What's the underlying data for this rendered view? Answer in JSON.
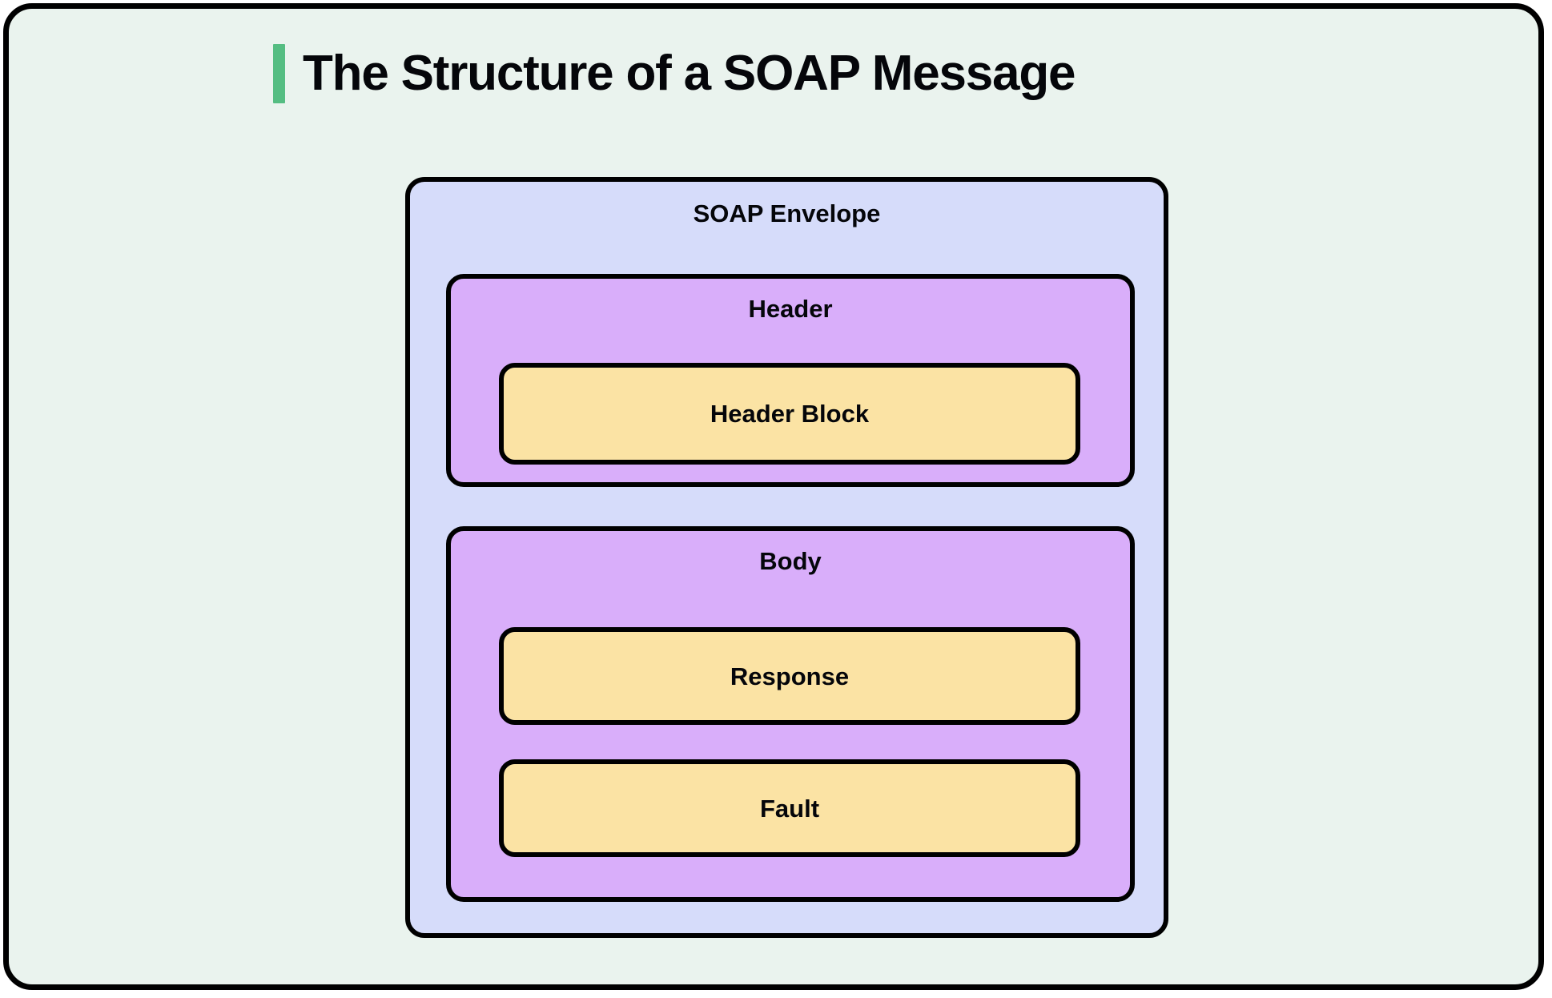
{
  "page": {
    "title": "The Structure of a SOAP Message",
    "background_color": "#eaf3ee",
    "frame_border_color": "#000000",
    "accent_color": "#55bd82"
  },
  "diagram": {
    "type": "nested-boxes",
    "envelope": {
      "label": "SOAP Envelope",
      "color": "#d6dcfa",
      "sections": [
        {
          "label": "Header",
          "color": "#d9aefa",
          "blocks": [
            {
              "label": "Header Block",
              "color": "#fbe3a4"
            }
          ]
        },
        {
          "label": "Body",
          "color": "#d9aefa",
          "blocks": [
            {
              "label": "Response",
              "color": "#fbe3a4"
            },
            {
              "label": "Fault",
              "color": "#fbe3a4"
            }
          ]
        }
      ]
    }
  }
}
